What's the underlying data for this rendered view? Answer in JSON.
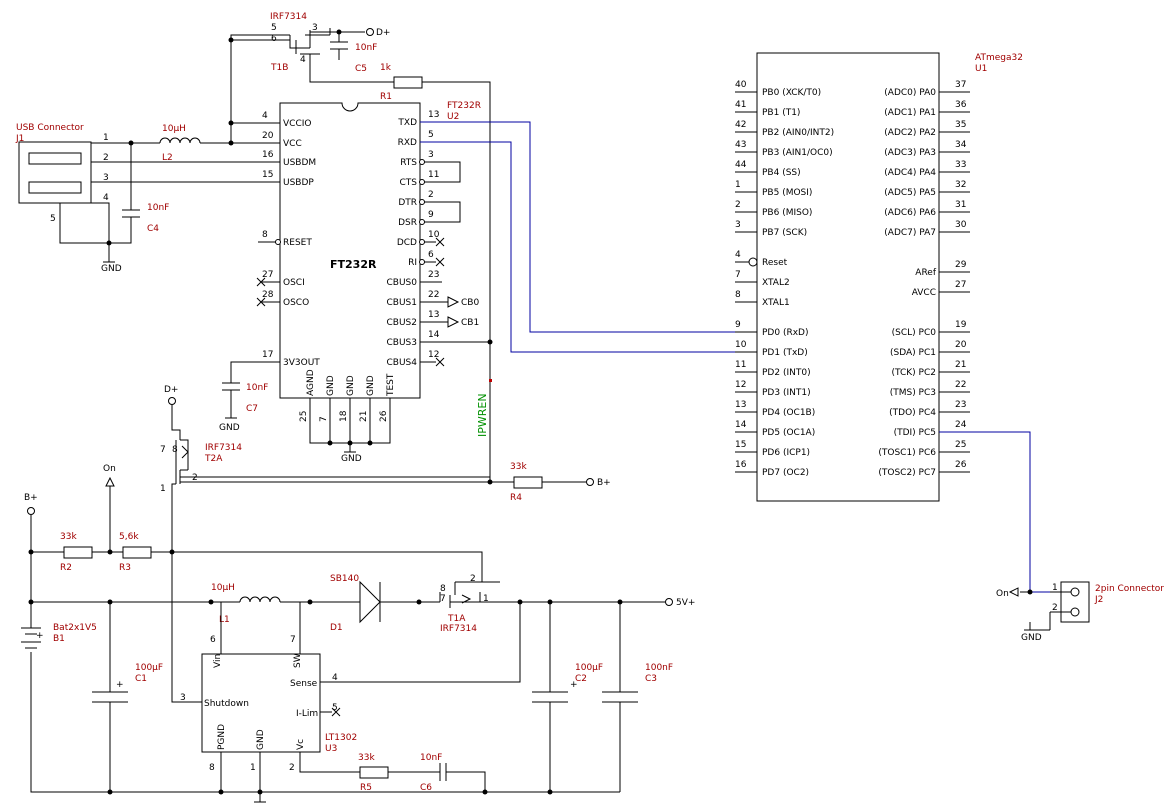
{
  "components": {
    "J1": {
      "ref": "J1",
      "name": "USB Connector",
      "pins": [
        "1",
        "2",
        "3",
        "4",
        "5"
      ]
    },
    "J2": {
      "ref": "J2",
      "name": "2pin Connector",
      "pins": [
        "1",
        "2"
      ]
    },
    "L2": {
      "ref": "L2",
      "value": "10µH"
    },
    "C4": {
      "ref": "C4",
      "value": "10nF"
    },
    "C5": {
      "ref": "C5",
      "value": "10nF"
    },
    "C7": {
      "ref": "C7",
      "value": "10nF"
    },
    "R1": {
      "ref": "R1",
      "value": "1k"
    },
    "T1B": {
      "ref": "T1B",
      "value": "IRF7314",
      "pins": [
        "5",
        "6",
        "3",
        "4"
      ]
    },
    "T2A": {
      "ref": "T2A",
      "value": "IRF7314",
      "pins": [
        "7",
        "8",
        "2",
        "1"
      ]
    },
    "T1A": {
      "ref": "T1A",
      "value": "IRF7314",
      "pins": [
        "8",
        "7",
        "2",
        "1"
      ]
    },
    "R4": {
      "ref": "R4",
      "value": "33k"
    },
    "R2": {
      "ref": "R2",
      "value": "33k"
    },
    "R3": {
      "ref": "R3",
      "value": "5,6k"
    },
    "L1": {
      "ref": "L1",
      "value": "10µH"
    },
    "D1": {
      "ref": "D1",
      "value": "SB140"
    },
    "B1": {
      "ref": "B1",
      "value": "Bat2x1V5"
    },
    "C1": {
      "ref": "C1",
      "value": "100µF"
    },
    "C2": {
      "ref": "C2",
      "value": "100µF"
    },
    "C3": {
      "ref": "C3",
      "value": "100nF"
    },
    "R5": {
      "ref": "R5",
      "value": "33k"
    },
    "C6": {
      "ref": "C6",
      "value": "10nF"
    }
  },
  "ft232r": {
    "ref": "U2",
    "name": "FT232R",
    "left_pins": [
      {
        "num": "4",
        "label": "VCCIO"
      },
      {
        "num": "20",
        "label": "VCC"
      },
      {
        "num": "16",
        "label": "USBDM"
      },
      {
        "num": "15",
        "label": "USBDP"
      },
      {
        "num": "8",
        "label": "RESET"
      },
      {
        "num": "27",
        "label": "OSCI"
      },
      {
        "num": "28",
        "label": "OSCO"
      },
      {
        "num": "17",
        "label": "3V3OUT"
      }
    ],
    "right_pins": [
      {
        "num": "13",
        "label": "TXD"
      },
      {
        "num": "5",
        "label": "RXD"
      },
      {
        "num": "3",
        "label": "RTS"
      },
      {
        "num": "11",
        "label": "CTS"
      },
      {
        "num": "2",
        "label": "DTR"
      },
      {
        "num": "9",
        "label": "DSR"
      },
      {
        "num": "10",
        "label": "DCD"
      },
      {
        "num": "6",
        "label": "RI"
      },
      {
        "num": "23",
        "label": "CBUS0"
      },
      {
        "num": "22",
        "label": "CBUS1"
      },
      {
        "num": "13",
        "label": "CBUS2"
      },
      {
        "num": "14",
        "label": "CBUS3"
      },
      {
        "num": "12",
        "label": "CBUS4"
      }
    ],
    "bottom_pins": [
      {
        "num": "25",
        "label": "AGND"
      },
      {
        "num": "7",
        "label": "GND"
      },
      {
        "num": "18",
        "label": "GND"
      },
      {
        "num": "21",
        "label": "GND"
      },
      {
        "num": "26",
        "label": "TEST"
      }
    ]
  },
  "atmega": {
    "ref": "U1",
    "name": "ATmega32",
    "left_pins": [
      {
        "num": "40",
        "label": "PB0 (XCK/T0)"
      },
      {
        "num": "41",
        "label": "PB1 (T1)"
      },
      {
        "num": "42",
        "label": "PB2 (AIN0/INT2)"
      },
      {
        "num": "43",
        "label": "PB3 (AIN1/OC0)"
      },
      {
        "num": "44",
        "label": "PB4 (SS)"
      },
      {
        "num": "1",
        "label": "PB5 (MOSI)"
      },
      {
        "num": "2",
        "label": "PB6 (MISO)"
      },
      {
        "num": "3",
        "label": "PB7 (SCK)"
      },
      {
        "num": "4",
        "label": "Reset"
      },
      {
        "num": "7",
        "label": "XTAL2"
      },
      {
        "num": "8",
        "label": "XTAL1"
      },
      {
        "num": "9",
        "label": "PD0 (RxD)"
      },
      {
        "num": "10",
        "label": "PD1 (TxD)"
      },
      {
        "num": "11",
        "label": "PD2 (INT0)"
      },
      {
        "num": "12",
        "label": "PD3 (INT1)"
      },
      {
        "num": "13",
        "label": "PD4 (OC1B)"
      },
      {
        "num": "14",
        "label": "PD5 (OC1A)"
      },
      {
        "num": "15",
        "label": "PD6 (ICP1)"
      },
      {
        "num": "16",
        "label": "PD7 (OC2)"
      }
    ],
    "right_pins": [
      {
        "num": "37",
        "label": "(ADC0) PA0"
      },
      {
        "num": "36",
        "label": "(ADC1) PA1"
      },
      {
        "num": "35",
        "label": "(ADC2) PA2"
      },
      {
        "num": "34",
        "label": "(ADC3) PA3"
      },
      {
        "num": "33",
        "label": "(ADC4) PA4"
      },
      {
        "num": "32",
        "label": "(ADC5) PA5"
      },
      {
        "num": "31",
        "label": "(ADC6) PA6"
      },
      {
        "num": "30",
        "label": "(ADC7) PA7"
      },
      {
        "num": "29",
        "label": "ARef"
      },
      {
        "num": "27",
        "label": "AVCC"
      },
      {
        "num": "19",
        "label": "(SCL) PC0"
      },
      {
        "num": "20",
        "label": "(SDA) PC1"
      },
      {
        "num": "21",
        "label": "(TCK) PC2"
      },
      {
        "num": "22",
        "label": "(TMS) PC3"
      },
      {
        "num": "23",
        "label": "(TDO) PC4"
      },
      {
        "num": "24",
        "label": "(TDI) PC5"
      },
      {
        "num": "25",
        "label": "(TOSC1) PC6"
      },
      {
        "num": "26",
        "label": "(TOSC2) PC7"
      }
    ]
  },
  "lt1302": {
    "ref": "U3",
    "name": "LT1302",
    "pins": [
      {
        "num": "6",
        "label": "Vin"
      },
      {
        "num": "7",
        "label": "SW"
      },
      {
        "num": "3",
        "label": "Shutdown"
      },
      {
        "num": "4",
        "label": "Sense"
      },
      {
        "num": "5",
        "label": "I-Lim"
      },
      {
        "num": "8",
        "label": "PGND"
      },
      {
        "num": "1",
        "label": "GND"
      },
      {
        "num": "2",
        "label": "Vc"
      }
    ]
  },
  "nets": {
    "dplus": "D+",
    "bplus": "B+",
    "gnd": "GND",
    "on": "On",
    "v5": "5V+",
    "cb0": "CB0",
    "cb1": "CB1",
    "ipwren": "IPWREN"
  }
}
